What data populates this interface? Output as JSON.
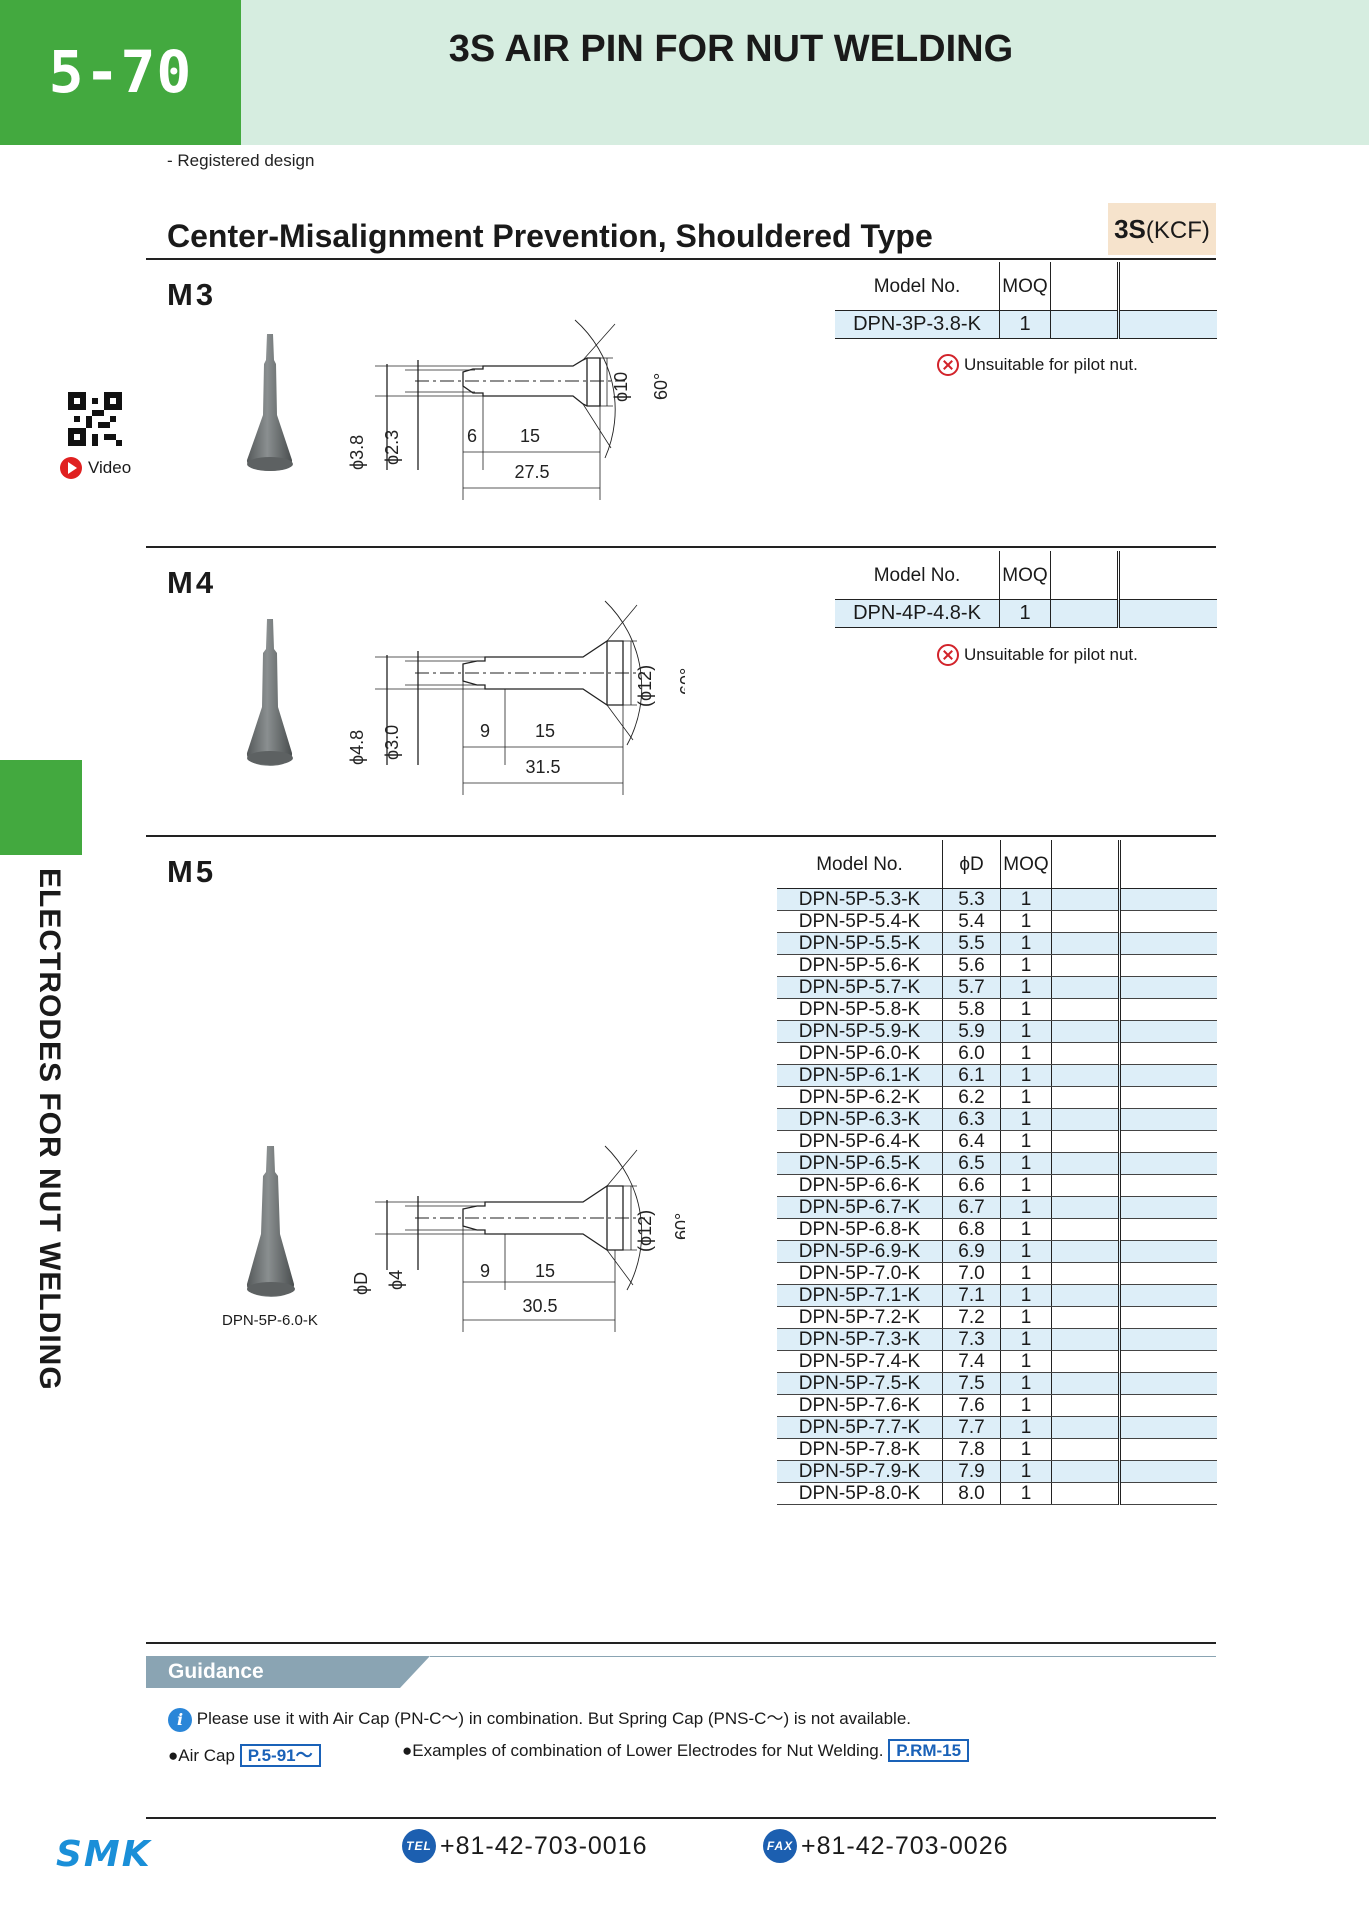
{
  "header": {
    "page_number": "5-70",
    "title": "3S AIR PIN FOR NUT WELDING"
  },
  "registered": "- Registered design",
  "section_title": "Center-Misalignment Prevention, Shouldered Type",
  "series_badge": {
    "main": "3S",
    "code": "(KCF)"
  },
  "sidebar": {
    "video_label": "Video",
    "vertical_label": "ELECTRODES FOR NUT WELDING"
  },
  "m3": {
    "label": "M3",
    "table": {
      "headers": [
        "Model No.",
        "MOQ"
      ],
      "rows": [
        [
          "DPN-3P-3.8-K",
          "1"
        ]
      ]
    },
    "warning": "Unsuitable for pilot nut.",
    "dims": {
      "d1": "ϕ3.8",
      "d2": "ϕ2.3",
      "l1": "6",
      "l2": "15",
      "total": "27.5",
      "head": "ϕ10",
      "angle": "60°"
    }
  },
  "m4": {
    "label": "M4",
    "table": {
      "headers": [
        "Model No.",
        "MOQ"
      ],
      "rows": [
        [
          "DPN-4P-4.8-K",
          "1"
        ]
      ]
    },
    "warning": "Unsuitable for pilot nut.",
    "dims": {
      "d1": "ϕ4.8",
      "d2": "ϕ3.0",
      "l1": "9",
      "l2": "15",
      "total": "31.5",
      "head": "(ϕ12)",
      "angle": "60°"
    }
  },
  "m5": {
    "label": "M5",
    "part_caption": "DPN-5P-6.0-K",
    "dims": {
      "d1": "ϕD",
      "d2": "ϕ4",
      "l1": "9",
      "l2": "15",
      "total": "30.5",
      "head": "(ϕ12)",
      "angle": "60°"
    },
    "table": {
      "headers": [
        "Model No.",
        "ϕD",
        "MOQ"
      ],
      "rows": [
        [
          "DPN-5P-5.3-K",
          "5.3",
          "1"
        ],
        [
          "DPN-5P-5.4-K",
          "5.4",
          "1"
        ],
        [
          "DPN-5P-5.5-K",
          "5.5",
          "1"
        ],
        [
          "DPN-5P-5.6-K",
          "5.6",
          "1"
        ],
        [
          "DPN-5P-5.7-K",
          "5.7",
          "1"
        ],
        [
          "DPN-5P-5.8-K",
          "5.8",
          "1"
        ],
        [
          "DPN-5P-5.9-K",
          "5.9",
          "1"
        ],
        [
          "DPN-5P-6.0-K",
          "6.0",
          "1"
        ],
        [
          "DPN-5P-6.1-K",
          "6.1",
          "1"
        ],
        [
          "DPN-5P-6.2-K",
          "6.2",
          "1"
        ],
        [
          "DPN-5P-6.3-K",
          "6.3",
          "1"
        ],
        [
          "DPN-5P-6.4-K",
          "6.4",
          "1"
        ],
        [
          "DPN-5P-6.5-K",
          "6.5",
          "1"
        ],
        [
          "DPN-5P-6.6-K",
          "6.6",
          "1"
        ],
        [
          "DPN-5P-6.7-K",
          "6.7",
          "1"
        ],
        [
          "DPN-5P-6.8-K",
          "6.8",
          "1"
        ],
        [
          "DPN-5P-6.9-K",
          "6.9",
          "1"
        ],
        [
          "DPN-5P-7.0-K",
          "7.0",
          "1"
        ],
        [
          "DPN-5P-7.1-K",
          "7.1",
          "1"
        ],
        [
          "DPN-5P-7.2-K",
          "7.2",
          "1"
        ],
        [
          "DPN-5P-7.3-K",
          "7.3",
          "1"
        ],
        [
          "DPN-5P-7.4-K",
          "7.4",
          "1"
        ],
        [
          "DPN-5P-7.5-K",
          "7.5",
          "1"
        ],
        [
          "DPN-5P-7.6-K",
          "7.6",
          "1"
        ],
        [
          "DPN-5P-7.7-K",
          "7.7",
          "1"
        ],
        [
          "DPN-5P-7.8-K",
          "7.8",
          "1"
        ],
        [
          "DPN-5P-7.9-K",
          "7.9",
          "1"
        ],
        [
          "DPN-5P-8.0-K",
          "8.0",
          "1"
        ]
      ]
    }
  },
  "guidance": {
    "title": "Guidance",
    "note": "Please use it with Air Cap (PN-C～) in combination. But Spring Cap (PNS-C～) is not available.",
    "aircap_label": "●Air Cap",
    "aircap_ref": "P.5-91～",
    "examples_label": "●Examples of combination of Lower Electrodes for Nut Welding.",
    "examples_ref": "P.RM-15"
  },
  "footer": {
    "logo": "SMK",
    "tel_label": "TEL",
    "tel": "+81-42-703-0016",
    "fax_label": "FAX",
    "fax": "+81-42-703-0026"
  },
  "colors": {
    "green": "#43a93f",
    "header_bg": "#d6ede0",
    "row_blue": "#ddeef8",
    "link_blue": "#1a62b8"
  }
}
